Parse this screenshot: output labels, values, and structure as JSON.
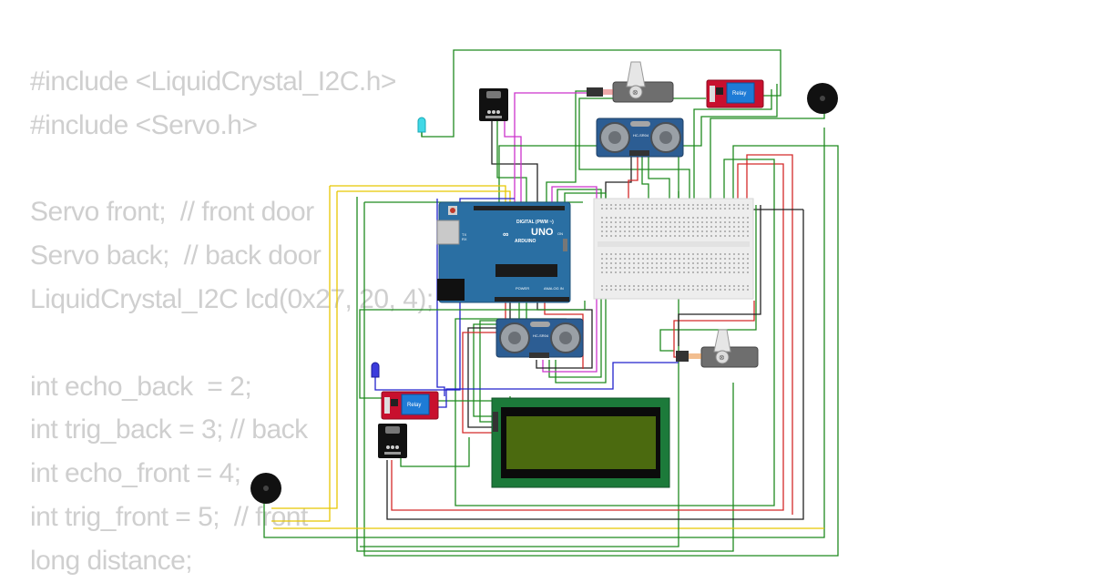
{
  "code_lines": [
    "#include <LiquidCrystal_I2C.h>",
    "#include <Servo.h>",
    "",
    "Servo front;  // front door",
    "Servo back;  // back door",
    "LiquidCrystal_I2C lcd(0x27, 20, 4);",
    "",
    "int echo_back  = 2;",
    "int trig_back = 3; // back",
    "int echo_front = 4;",
    "int trig_front = 5;  // front",
    "long distance;"
  ],
  "arduino": {
    "digital_label": "DIGITAL (PWM ~)",
    "brand": "ARDUINO",
    "model": "UNO",
    "tx": "TX",
    "rx": "RX",
    "power_label": "POWER",
    "analog_label": "ANALOG IN",
    "on_label": "ON"
  },
  "sensor_label": "HC-SR04",
  "relay_label": "Relay",
  "colors": {
    "arduino": "#2a6fa3",
    "relay": "#c8102e",
    "lcd_board": "#1c7a3a",
    "lcd_screen": "#4b6a0f",
    "wire_green": "#1f8a1f",
    "wire_red": "#d42a2a",
    "wire_yellow": "#e8c600",
    "wire_black": "#222222",
    "wire_blue": "#2222cc",
    "wire_violet": "#cc33cc"
  }
}
